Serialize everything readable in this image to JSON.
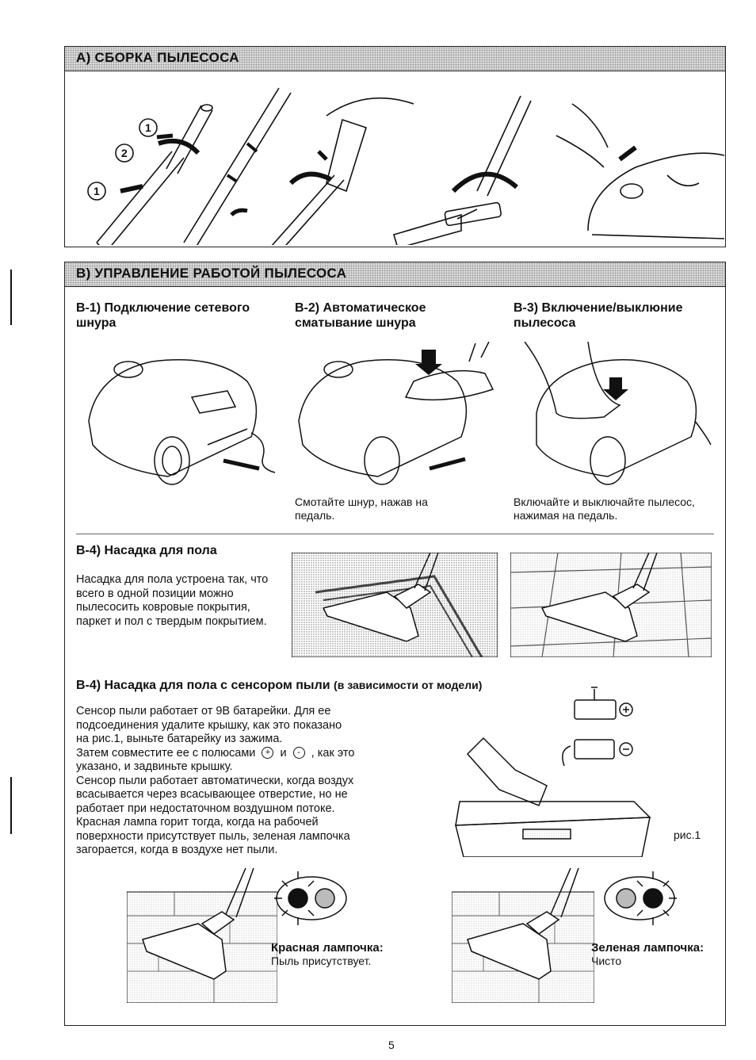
{
  "section_a": {
    "title": "A) СБОРКА ПЫЛЕСОСА",
    "steps": [
      "1",
      "2",
      "1"
    ]
  },
  "section_b": {
    "title": "B) УПРАВЛЕНИЕ РАБОТОЙ ПЫЛЕСОСА",
    "b1": {
      "title": "В-1) Подключение сетевого шнура"
    },
    "b2": {
      "title": "В-2) Автоматическое сматывание шнура",
      "caption": "Смотайте шнур, нажав на педаль."
    },
    "b3": {
      "title": "В-3) Включение/выклюние пылесоса",
      "caption": "Включайте и выключайте пылесос, нажимая на педаль."
    },
    "b4": {
      "title": "В-4) Насадка для пола",
      "text": "Насадка для пола устроена так, что всего в одной позиции можно пылесосить ковровые покрытия, паркет и пол с твердым покрытием."
    },
    "b4s": {
      "title_main": "В-4) Насадка для пола с сенсором пыли",
      "title_note": "(в зависимости от модели)",
      "text_lines": [
        "Сенсор пыли работает от 9В батарейки. Для ее",
        "подсоединения удалите крышку, как это показано",
        "на рис.1, выньте батарейку из зажима.",
        "Затем совместите ее с полюсами",
        "и",
        ", как это",
        "указано, и задвиньте крышку.",
        "Сенсор пыли работает автоматически, когда воздух",
        "всасывается через всасывающее отверстие, но не",
        "работает при недостаточном воздушном потоке.",
        "Красная лампа горит тогда, когда на рабочей",
        "поверхности присутствует пыль, зеленая лампочка",
        "загорается, когда в воздухе нет пыли."
      ],
      "plus_sign": "+",
      "minus_sign": "-",
      "fig_label": "рис.1",
      "red_label": "Красная лампочка:",
      "red_caption": "Пыль присутствует.",
      "green_label": "Зеленая лампочка:",
      "green_caption": "Чисто"
    }
  },
  "page_number": "5"
}
